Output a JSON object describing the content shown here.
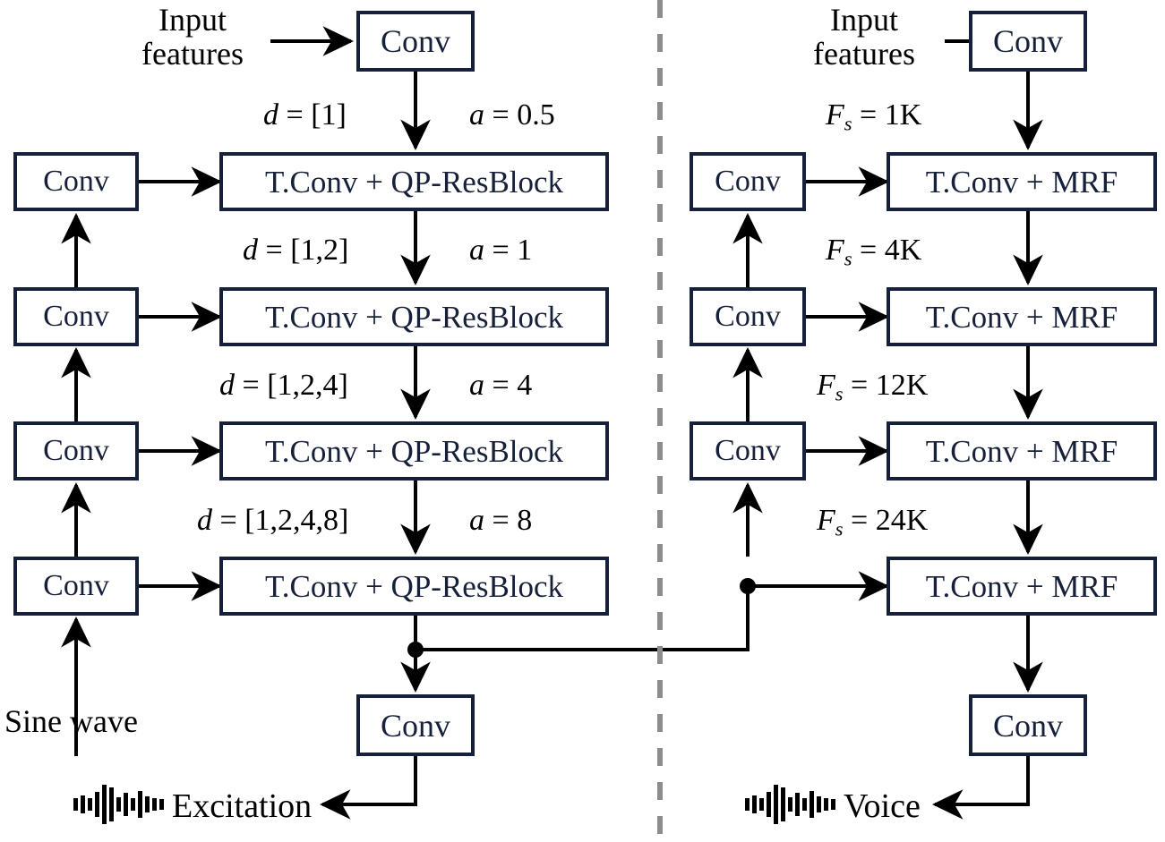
{
  "diagram": {
    "title": "Two-branch neural vocoder architecture",
    "colors": {
      "box_stroke": "#16203a",
      "box_text": "#16203a",
      "arrow": "#000000",
      "label_text": "#000000",
      "divider": "#8c8c8c",
      "background": "#ffffff"
    },
    "divider": {
      "name": "vertical-dashed-divider",
      "style": "dashed"
    },
    "left_branch": {
      "input_label": "Input\nfeatures",
      "input_label_line1": "Input",
      "input_label_line2": "features",
      "top_conv": "Conv",
      "stages": [
        {
          "block": "T.Conv + QP-ResBlock",
          "side_conv": "Conv",
          "dilation": "d = [1]",
          "a": "a = 0.5",
          "d_var": "d",
          "d_val": "[1]",
          "a_var": "a",
          "a_val": "0.5"
        },
        {
          "block": "T.Conv + QP-ResBlock",
          "side_conv": "Conv",
          "dilation": "d = [1,2]",
          "a": "a = 1",
          "d_var": "d",
          "d_val": "[1,2]",
          "a_var": "a",
          "a_val": "1"
        },
        {
          "block": "T.Conv + QP-ResBlock",
          "side_conv": "Conv",
          "dilation": "d = [1,2,4]",
          "a": "a = 4",
          "d_var": "d",
          "d_val": "[1,2,4]",
          "a_var": "a",
          "a_val": "4"
        },
        {
          "block": "T.Conv + QP-ResBlock",
          "side_conv": "Conv",
          "dilation": "d = [1,2,4,8]",
          "a": "a = 8",
          "d_var": "d",
          "d_val": "[1,2,4,8]",
          "a_var": "a",
          "a_val": "8"
        }
      ],
      "sine_input": "Sine wave",
      "output_conv": "Conv",
      "output_label": "Excitation",
      "output_icon": "waveform-icon"
    },
    "right_branch": {
      "input_label_line1": "Input",
      "input_label_line2": "features",
      "top_conv": "Conv",
      "stages": [
        {
          "block": "T.Conv + MRF",
          "side_conv": "Conv",
          "fs": "F_s = 1K",
          "fs_var": "F",
          "fs_sub": "s",
          "fs_val": "1K"
        },
        {
          "block": "T.Conv + MRF",
          "side_conv": "Conv",
          "fs": "F_s = 4K",
          "fs_var": "F",
          "fs_sub": "s",
          "fs_val": "4K"
        },
        {
          "block": "T.Conv + MRF",
          "side_conv": "Conv",
          "fs": "F_s = 12K",
          "fs_var": "F",
          "fs_sub": "s",
          "fs_val": "12K"
        },
        {
          "block": "T.Conv + MRF",
          "side_conv": "Conv",
          "fs": "F_s = 24K",
          "fs_var": "F",
          "fs_sub": "s",
          "fs_val": "24K"
        }
      ],
      "output_conv": "Conv",
      "output_label": "Voice",
      "output_icon": "waveform-icon"
    },
    "waveform_bars": [
      14,
      20,
      14,
      28,
      44,
      38,
      16,
      26,
      14,
      30,
      18,
      14,
      12
    ]
  }
}
